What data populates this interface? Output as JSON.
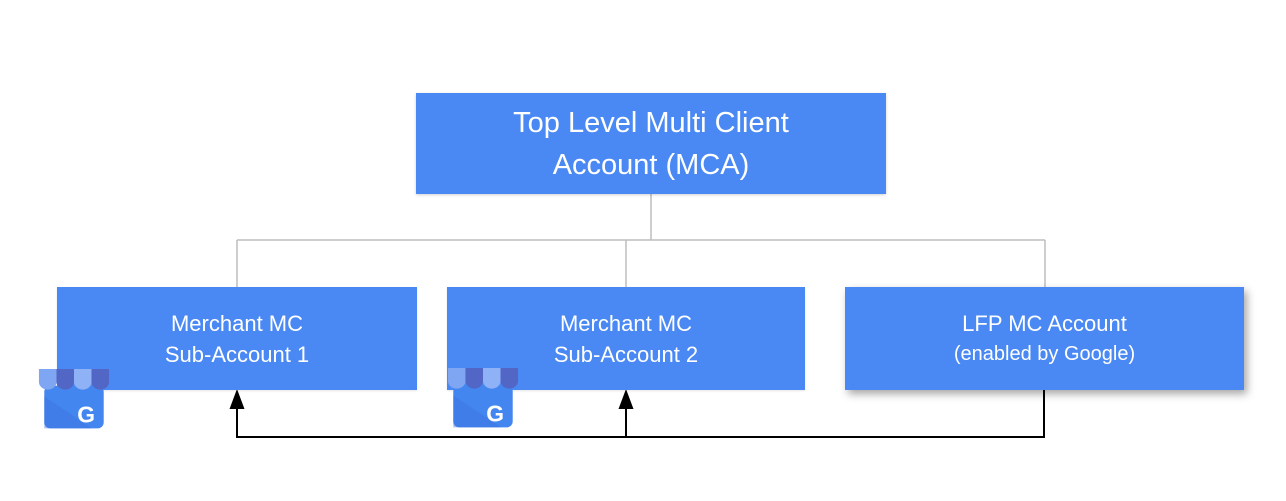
{
  "colors": {
    "node_blue": "#4a89f4",
    "connector_gray": "#bdbdbd",
    "arrow_black": "#000000",
    "text_white": "#ffffff",
    "icon_body_blue": "#4486f0",
    "icon_awning_light": "#7ea6f3",
    "icon_awning_dark": "#5266c6"
  },
  "nodes": {
    "mca": {
      "line1": "Top Level Multi Client",
      "line2": "Account (MCA)"
    },
    "sub1": {
      "line1": "Merchant MC",
      "line2": "Sub-Account 1"
    },
    "sub2": {
      "line1": "Merchant MC",
      "line2": "Sub-Account 2"
    },
    "lfp": {
      "line1": "LFP MC Account",
      "line2": "(enabled by Google)"
    }
  },
  "icons": {
    "business_profile_letter": "G"
  }
}
